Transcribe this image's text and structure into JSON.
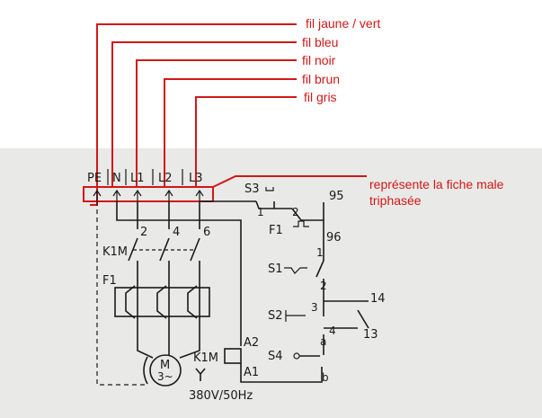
{
  "labels": {
    "pe_wire": "fil jaune / vert",
    "n_wire": "fil bleu",
    "l1_wire": "fil noir",
    "l2_wire": "fil brun",
    "l3_wire": "fil gris",
    "plug_note_line1": "représente la fiche male",
    "plug_note_line2": "triphasée"
  },
  "terminals": [
    "PE",
    "N",
    "L1",
    "L2",
    "L3"
  ],
  "schematic": {
    "contact_2": "2",
    "contact_4": "4",
    "contact_6": "6",
    "contactor": "K1M",
    "overload_relay": "F1",
    "motor_top": "M",
    "motor_bottom": "3~",
    "motor_contactor": "K1M",
    "supply": "380V/50Hz",
    "coil_a2": "A2",
    "coil_a1": "A1",
    "s3": "S3",
    "s1": "S1",
    "s2": "S2",
    "s4": "S4",
    "n95": "95",
    "n96": "96",
    "n1a": "1",
    "n2a": "2",
    "n1b": "1",
    "n2b": "2",
    "n3": "3",
    "n4": "4",
    "n14": "14",
    "n13": "13",
    "na": "a",
    "nb": "b",
    "f1_ctrl": "F1"
  },
  "colors": {
    "annotation": "#d11818",
    "ink": "#1a1a1a",
    "paper": "#e9e9e7"
  }
}
